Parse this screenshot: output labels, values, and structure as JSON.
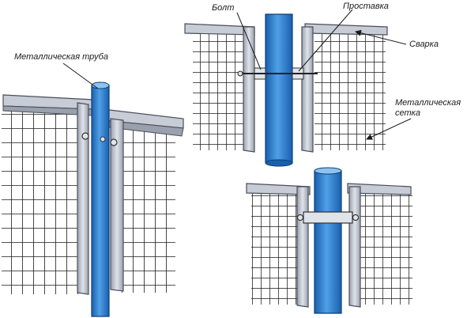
{
  "labels": {
    "pipe": "Металлическая труба",
    "bolt": "Болт",
    "spacer": "Проставка",
    "weld": "Сварка",
    "mesh_line1": "Металлическая",
    "mesh_line2": "сетка"
  },
  "colors": {
    "pipe_blue": "#1f6fc4",
    "pipe_blue_light": "#4fa0e6",
    "steel": "#c7ccd6",
    "steel_dark": "#7c8290",
    "mesh": "#1a1a1a"
  }
}
